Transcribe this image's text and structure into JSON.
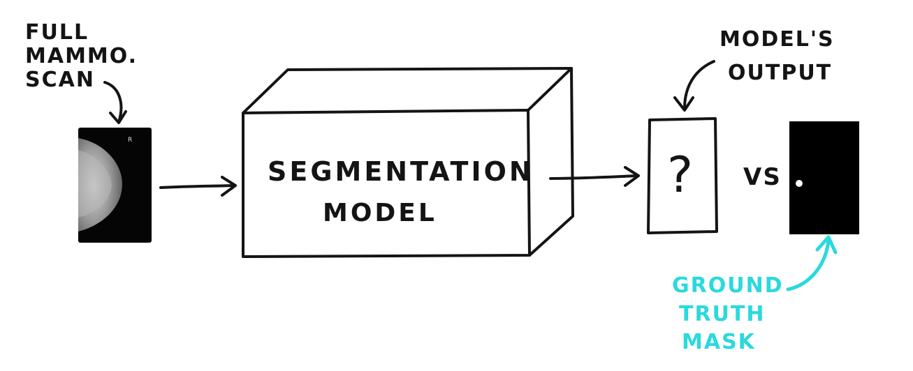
{
  "input": {
    "label_lines": [
      "FULL",
      "MAMMO.",
      "SCAN"
    ],
    "scan_tag": "R"
  },
  "model": {
    "title": "SEGMENTATION",
    "subtitle": "MODEL"
  },
  "output": {
    "label_lines": [
      "MODEL'S",
      "OUTPUT"
    ],
    "placeholder": "?"
  },
  "comparison": {
    "label": "VS"
  },
  "ground_truth": {
    "label_lines": [
      "GROUND",
      "TRUTH",
      "MASK"
    ]
  },
  "colors": {
    "ink": "#141414",
    "accent": "#2ad9dd",
    "background": "#ffffff",
    "mask": "#000000"
  }
}
